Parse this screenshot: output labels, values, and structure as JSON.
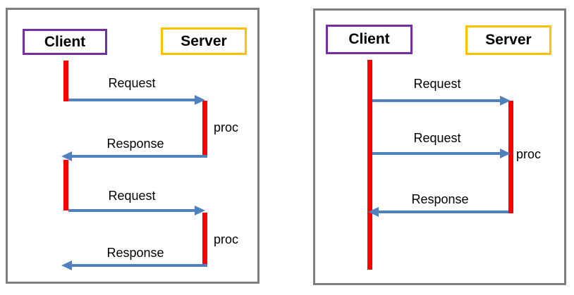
{
  "colors": {
    "client_border": "#7030a0",
    "server_border": "#ffc000",
    "activation_bar": "#ff0000",
    "arrow": "#4e81bd",
    "panel_border": "#7f7f7f",
    "text": "#000000"
  },
  "diagrams": [
    {
      "client_label": "Client",
      "server_label": "Server",
      "messages": [
        {
          "label": "Request",
          "direction": "right"
        },
        {
          "label": "Response",
          "direction": "left"
        },
        {
          "label": "Request",
          "direction": "right"
        },
        {
          "label": "Response",
          "direction": "left"
        }
      ],
      "procs": [
        {
          "label": "proc"
        },
        {
          "label": "proc"
        }
      ]
    },
    {
      "client_label": "Client",
      "server_label": "Server",
      "messages": [
        {
          "label": "Request",
          "direction": "right"
        },
        {
          "label": "Request",
          "direction": "right"
        },
        {
          "label": "Response",
          "direction": "left"
        }
      ],
      "procs": [
        {
          "label": "proc"
        }
      ]
    }
  ]
}
